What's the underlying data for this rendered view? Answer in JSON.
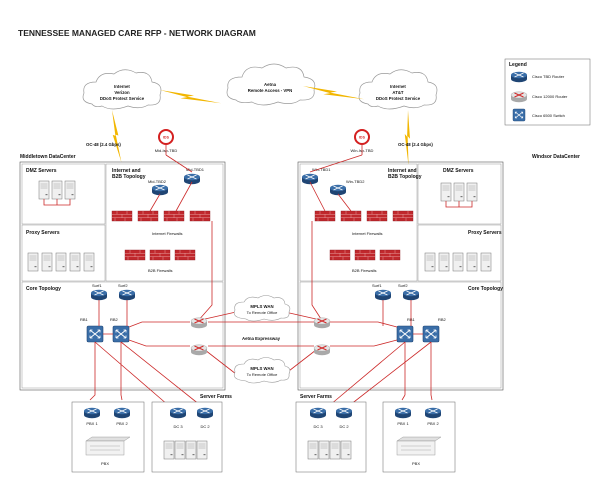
{
  "title": "TENNESSEE MANAGED CARE RFP - NETWORK DIAGRAM",
  "clouds": {
    "left": {
      "line1": "Internet",
      "line2": "Verizon",
      "line3": "DDoS Protect Service"
    },
    "center": {
      "line1": "Aetna",
      "line2": "Remote Access - VPN"
    },
    "right": {
      "line1": "Internet",
      "line2": "AT&T",
      "line3": "DDoS Protect Service"
    },
    "wan_top": {
      "line1": "MPLS WAN",
      "line2": "To Remote Office"
    },
    "wan_bottom": {
      "line1": "MPLS WAN",
      "line2": "To Remote Office"
    }
  },
  "links": {
    "left_oc48": "OC-48 (2.4 Gbps)",
    "right_oc48": "OC-48 (2.4 Gbps)",
    "expressway": "Aetna Expressway"
  },
  "ids": {
    "badge": "IDS",
    "left_label": "Mid-Isp-TBD",
    "right_label": "Win-Isp-TBD"
  },
  "left_dc": {
    "title": "Middletown DataCenter",
    "dmz": "DMZ Servers",
    "internet_b2b": {
      "line1": "Internet and",
      "line2": "B2B Topology"
    },
    "router1": "Mid-TBD1",
    "router2": "Mid-TBD2",
    "internet_fw": "Internet Firewalls",
    "b2b_fw": "B2B Firewalls",
    "proxy": "Proxy Servers",
    "core": "Core Topology",
    "surf1": "Surf1",
    "surf2": "Surf2",
    "rb1": "RB1",
    "rb2": "RB2"
  },
  "right_dc": {
    "title": "Windsor DataCenter",
    "dmz": "DMZ Servers",
    "internet_b2b": {
      "line1": "Internet and",
      "line2": "B2B Topology"
    },
    "router1": "Win-TBD1",
    "router2": "Win-TBD2",
    "internet_fw": "Internet Firewalls",
    "b2b_fw": "B2B Firewalls",
    "proxy": "Proxy Servers",
    "core": "Core Topology",
    "surf1": "Surf1",
    "surf2": "Surf2",
    "rb1": "RB1",
    "rb2": "RB2"
  },
  "bottom_left": {
    "server_farms": "Server Farms",
    "pbx1": "PBX 1",
    "pbx2": "PBX 2",
    "pbx": "PBX",
    "dc3": "DC 3",
    "dc2": "DC 2"
  },
  "bottom_right": {
    "server_farms": "Server Farms",
    "pbx1": "PBX 1",
    "pbx2": "PBX 2",
    "pbx": "PBX",
    "dc3": "DC 3",
    "dc2": "DC 2"
  },
  "legend": {
    "title": "Legend",
    "item1": "Cisco TBD Router",
    "item2": "Cisco 12000 Router",
    "item3": "Cisco 6500 Switch"
  },
  "colors": {
    "router_blue": "#2f5f9a",
    "firewall_red": "#c0282d",
    "link_red": "#cc2a2a",
    "lightning": "#f2b600",
    "ids_ring": "#d42020"
  }
}
